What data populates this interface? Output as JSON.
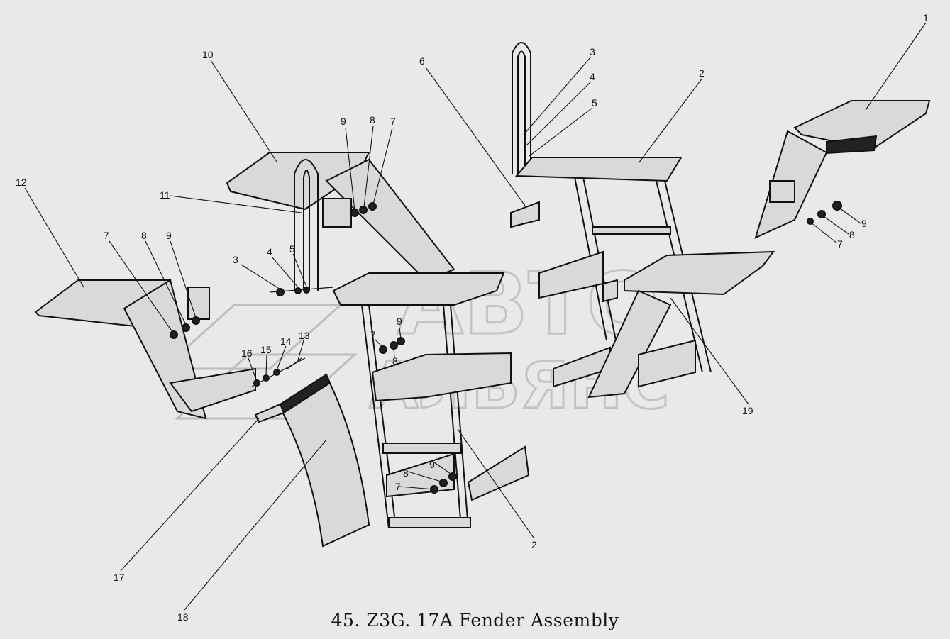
{
  "caption": "45. Z3G. 17A  Fender Assembly",
  "watermark": {
    "line1": "АВТО",
    "line2": "АЛЬЯНС"
  },
  "callouts": [
    {
      "id": "c1",
      "text": "1"
    },
    {
      "id": "c2a",
      "text": "2"
    },
    {
      "id": "c3a",
      "text": "3"
    },
    {
      "id": "c4a",
      "text": "4"
    },
    {
      "id": "c5a",
      "text": "5"
    },
    {
      "id": "c6",
      "text": "6"
    },
    {
      "id": "c10",
      "text": "10"
    },
    {
      "id": "c9a",
      "text": "9"
    },
    {
      "id": "c8a",
      "text": "8"
    },
    {
      "id": "c7a",
      "text": "7"
    },
    {
      "id": "c12",
      "text": "12"
    },
    {
      "id": "c11",
      "text": "11"
    },
    {
      "id": "c3b",
      "text": "3"
    },
    {
      "id": "c4b",
      "text": "4"
    },
    {
      "id": "c5b",
      "text": "5"
    },
    {
      "id": "c7b",
      "text": "7"
    },
    {
      "id": "c8b",
      "text": "8"
    },
    {
      "id": "c9b",
      "text": "9"
    },
    {
      "id": "c9c",
      "text": "9"
    },
    {
      "id": "c8c",
      "text": "8"
    },
    {
      "id": "c7c",
      "text": "7"
    },
    {
      "id": "c7d",
      "text": "7"
    },
    {
      "id": "c9d",
      "text": "9"
    },
    {
      "id": "c8d",
      "text": "8"
    },
    {
      "id": "c16",
      "text": "16"
    },
    {
      "id": "c15",
      "text": "15"
    },
    {
      "id": "c14",
      "text": "14"
    },
    {
      "id": "c13",
      "text": "13"
    },
    {
      "id": "c9e",
      "text": "9"
    },
    {
      "id": "c8e",
      "text": "8"
    },
    {
      "id": "c7e",
      "text": "7"
    },
    {
      "id": "c19",
      "text": "19"
    },
    {
      "id": "c2b",
      "text": "2"
    },
    {
      "id": "c17",
      "text": "17"
    },
    {
      "id": "c18",
      "text": "18"
    }
  ],
  "colors": {
    "background": "#e9e9e9",
    "ink": "#111111",
    "watermark": "#c4c4c4"
  }
}
